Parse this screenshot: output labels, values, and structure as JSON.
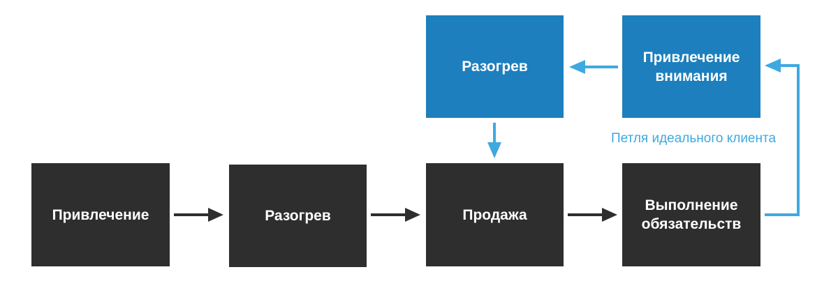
{
  "nodes": {
    "attraction": "Привлечение",
    "warmup": "Разогрев",
    "sale": "Продажа",
    "fulfillment": "Выполнение обязательств",
    "warmup_loop": "Разогрев",
    "attention": "Привлечение внимания"
  },
  "loop_label": "Петля идеального клиента",
  "colors": {
    "dark_box": "#2e2e2e",
    "blue_box": "#1d7fbd",
    "dark_arrow": "#2e2e2e",
    "loop_arrow": "#3ea9e0",
    "label_text": "#3ea9e0"
  }
}
